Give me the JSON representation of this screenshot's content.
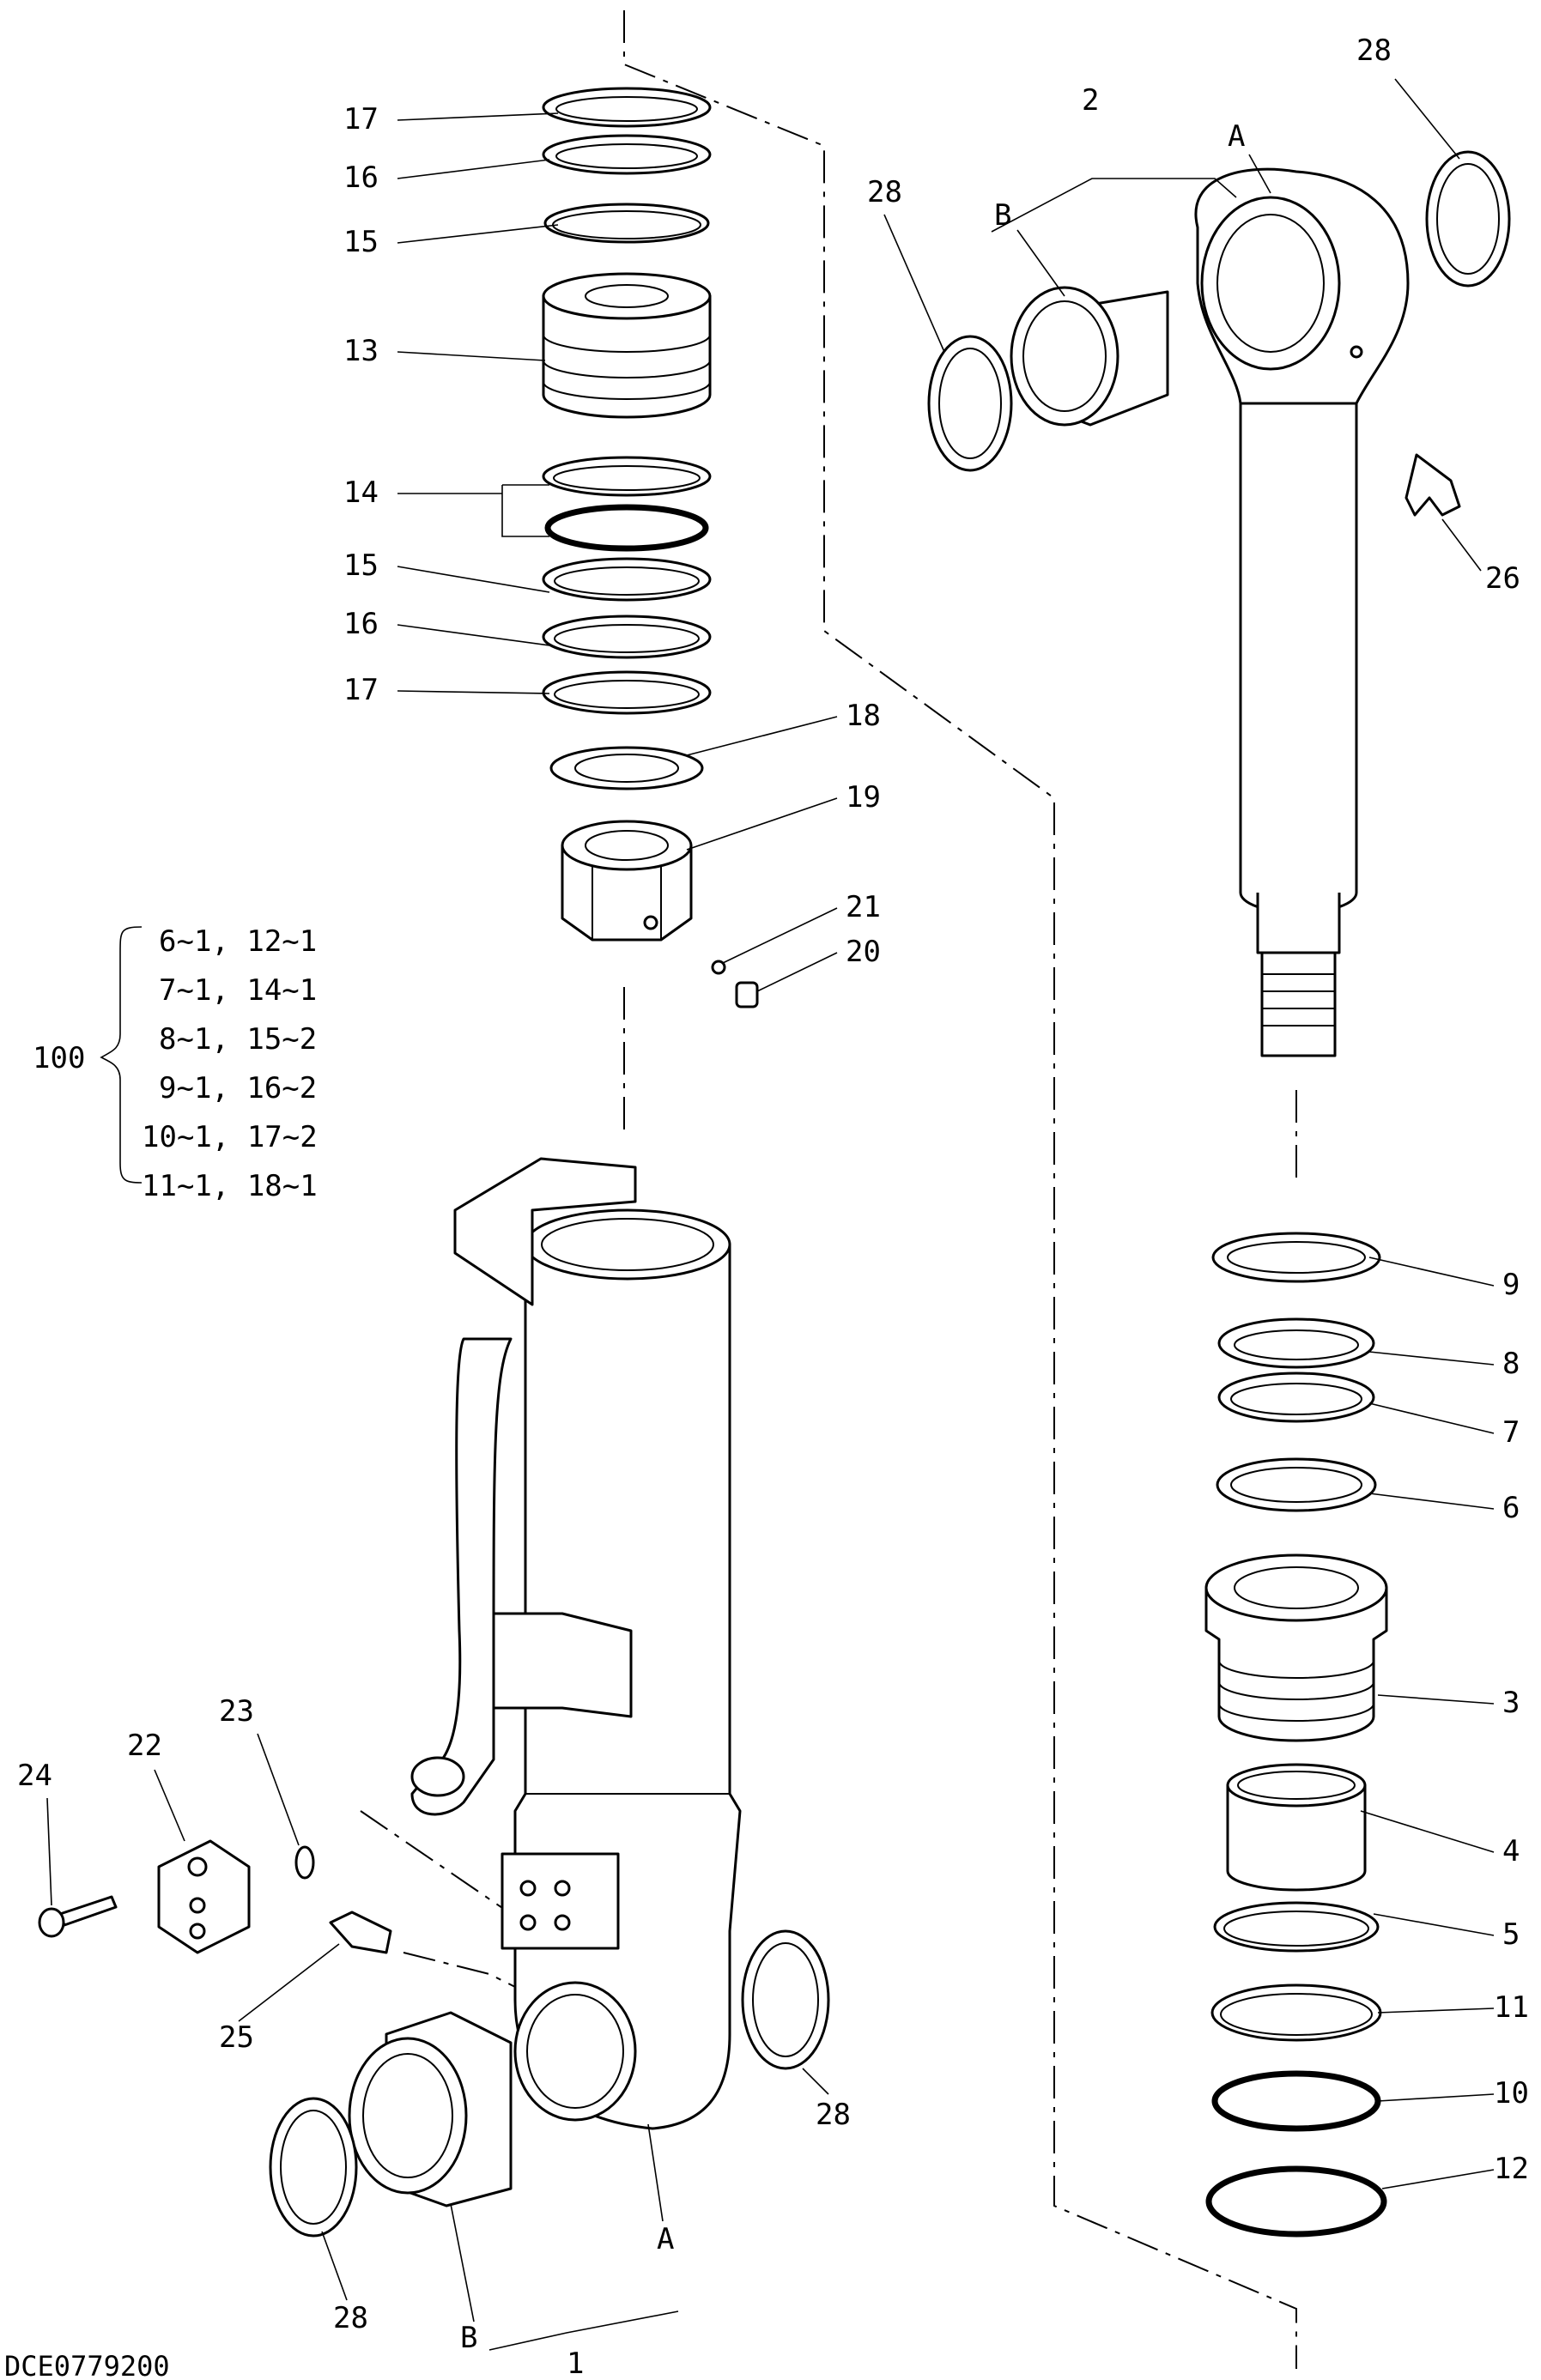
{
  "drawing_code": "DCE0779200",
  "kit": {
    "number": "100",
    "lines": [
      "6~1, 12~1",
      "7~1, 14~1",
      "8~1, 15~2",
      "9~1, 16~2",
      "10~1, 17~2",
      "11~1, 18~1"
    ]
  },
  "callouts": {
    "p17a": "17",
    "p16a": "16",
    "p15a": "15",
    "p13": "13",
    "p14": "14",
    "p15b": "15",
    "p16b": "16",
    "p17b": "17",
    "p18": "18",
    "p19": "19",
    "p21": "21",
    "p20": "20",
    "p2": "2",
    "p2A": "A",
    "p2B": "B",
    "p28a": "28",
    "p28b": "28",
    "p26": "26",
    "p9": "9",
    "p8": "8",
    "p7": "7",
    "p6": "6",
    "p3": "3",
    "p4": "4",
    "p5": "5",
    "p11": "11",
    "p10": "10",
    "p12": "12",
    "p23": "23",
    "p22": "22",
    "p24": "24",
    "p25": "25",
    "p28c": "28",
    "p28d": "28",
    "p1A": "A",
    "p1B": "B",
    "p1": "1"
  }
}
